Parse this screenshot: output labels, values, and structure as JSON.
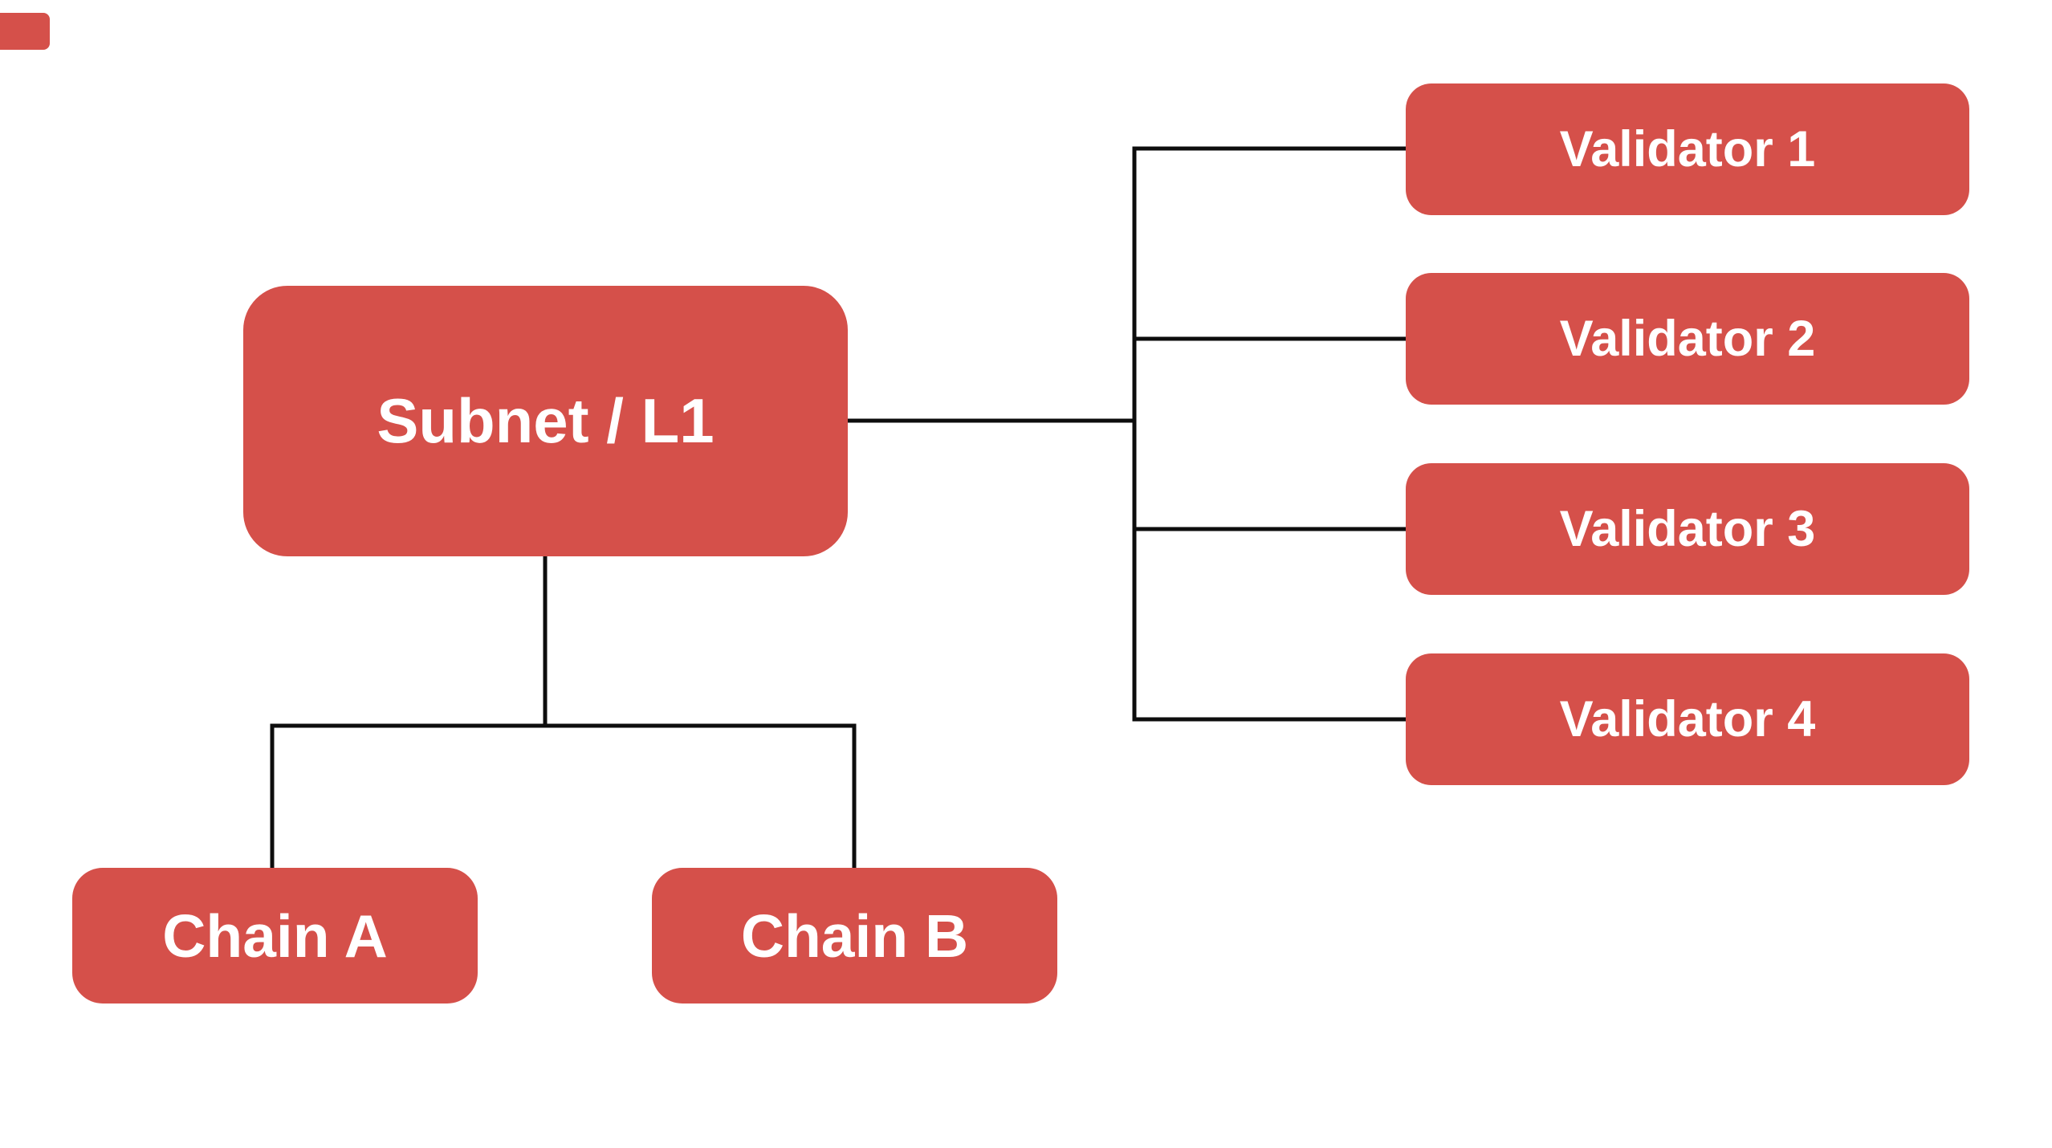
{
  "diagram": {
    "type": "hierarchy",
    "background_color": "#ffffff",
    "node_fill_color": "#d5504a",
    "node_text_color": "#ffffff",
    "connector_color": "#0d0d0d",
    "nodes": [
      {
        "id": "subnet",
        "label": "Subnet / L1"
      },
      {
        "id": "validator1",
        "label": "Validator 1"
      },
      {
        "id": "validator2",
        "label": "Validator 2"
      },
      {
        "id": "validator3",
        "label": "Validator 3"
      },
      {
        "id": "validator4",
        "label": "Validator 4"
      },
      {
        "id": "chainA",
        "label": "Chain A"
      },
      {
        "id": "chainB",
        "label": "Chain B"
      }
    ],
    "edges": [
      {
        "from": "subnet",
        "to": "validator1"
      },
      {
        "from": "subnet",
        "to": "validator2"
      },
      {
        "from": "subnet",
        "to": "validator3"
      },
      {
        "from": "subnet",
        "to": "validator4"
      },
      {
        "from": "subnet",
        "to": "chainA"
      },
      {
        "from": "subnet",
        "to": "chainB"
      }
    ]
  }
}
